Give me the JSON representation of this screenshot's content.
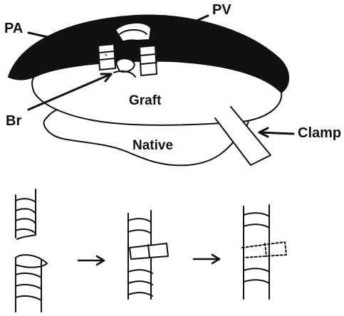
{
  "labels": {
    "pa": "PA",
    "pv": "PV",
    "br": "Br",
    "graft": "Graft",
    "native": "Native",
    "clamp": "Clamp"
  }
}
